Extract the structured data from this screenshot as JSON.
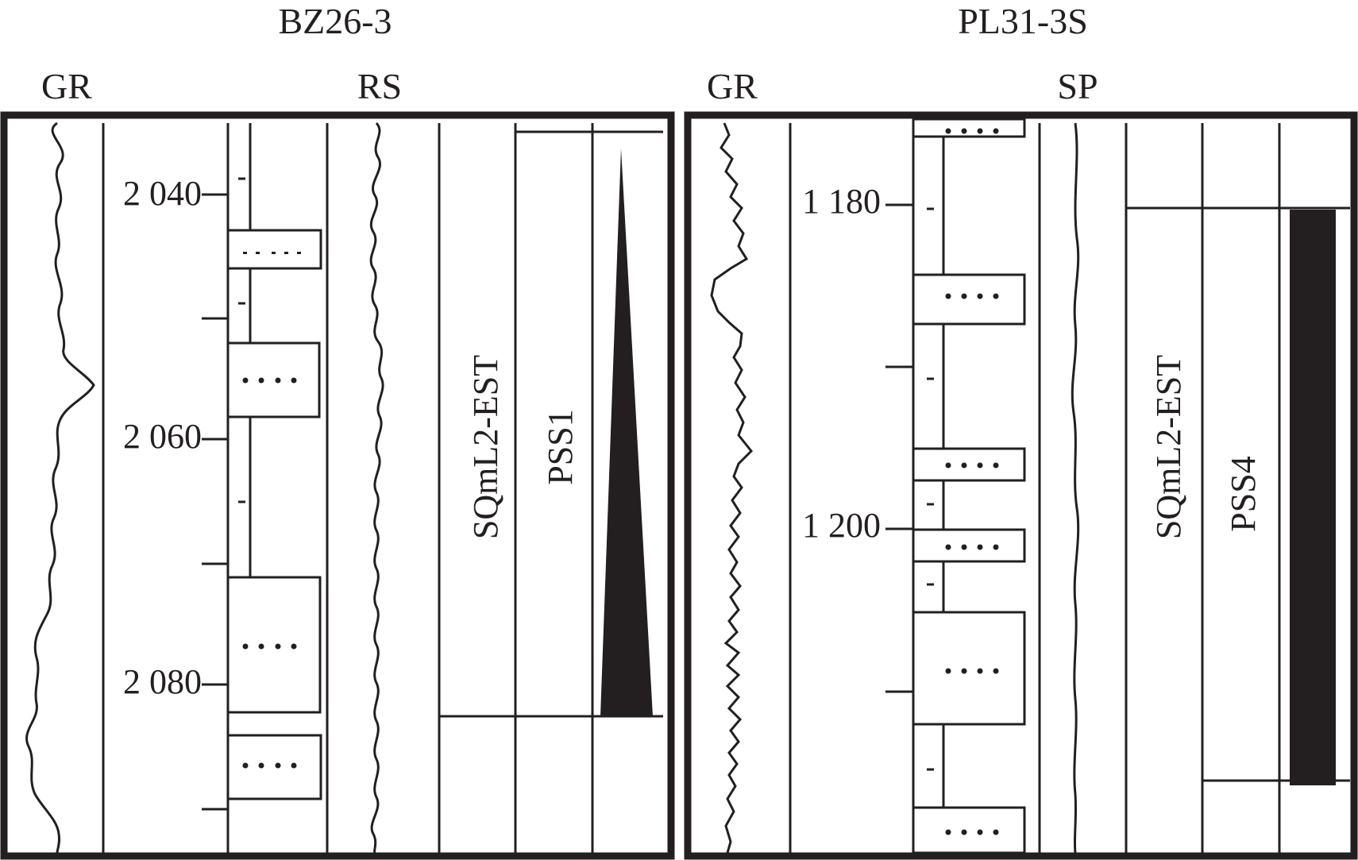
{
  "wells": [
    {
      "name": "BZ26-3",
      "curve_left": "GR",
      "curve_right": "RS",
      "depths": [
        "2 040",
        "2 060",
        "2 080"
      ],
      "sequence": "SQmL2-EST",
      "parasequence": "PSS1"
    },
    {
      "name": "PL31-3S",
      "curve_left": "GR",
      "curve_right": "SP",
      "depths": [
        "1 180",
        "1 200"
      ],
      "sequence": "SQmL2-EST",
      "parasequence": "PSS4"
    }
  ],
  "colors": {
    "line": "#231f20",
    "fill": "#231f20",
    "background": "#ffffff"
  }
}
